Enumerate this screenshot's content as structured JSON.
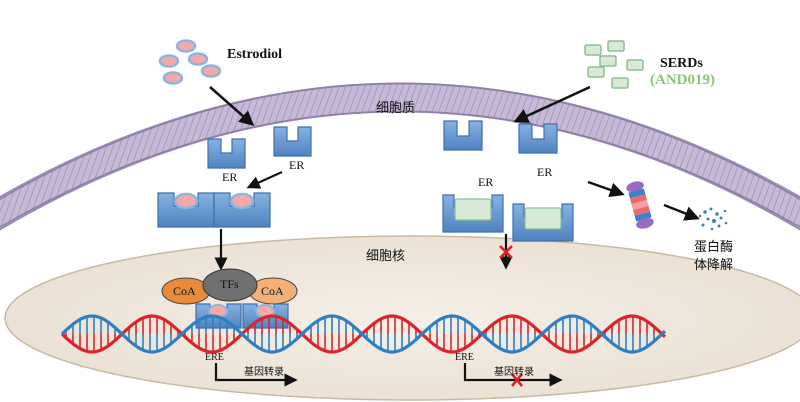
{
  "labels": {
    "estrodiol": "Estrodiol",
    "serds": "SERDs",
    "and019": "(AND019)",
    "cytoplasm": "细胞质",
    "nucleus": "细胞核",
    "er_left_top": "ER",
    "er_left_bottom": "ER",
    "er_right_a": "ER",
    "er_right_b": "ER",
    "coa_left": "CoA",
    "coa_right": "CoA",
    "tfs": "TFs",
    "ere_left": "ERE",
    "ere_right": "ERE",
    "transcription_left": "基因转录",
    "transcription_right": "基因转录",
    "proteasome_line1": "蛋白酶",
    "proteasome_line2": "体降解"
  },
  "colors": {
    "membrane": "#b9aacb",
    "membrane_dark": "#8f7fa6",
    "receptor": "#6a9bd4",
    "receptor_dark": "#3f6fae",
    "estrogen_fill": "#f4a8a8",
    "estrogen_ring": "#8bb4e0",
    "serd_fill": "#d7ead8",
    "serd_stroke": "#8fbf93",
    "and019_color": "#8dc47a",
    "nucleus_fill": "#efe7dc",
    "nucleus_stroke": "#c8b9a3",
    "coa_fill": "#e98b3a",
    "tfs_fill": "#6f6f6f",
    "dna_red": "#d9252a",
    "dna_blue": "#2d7fc1",
    "block_red": "#e02020"
  }
}
